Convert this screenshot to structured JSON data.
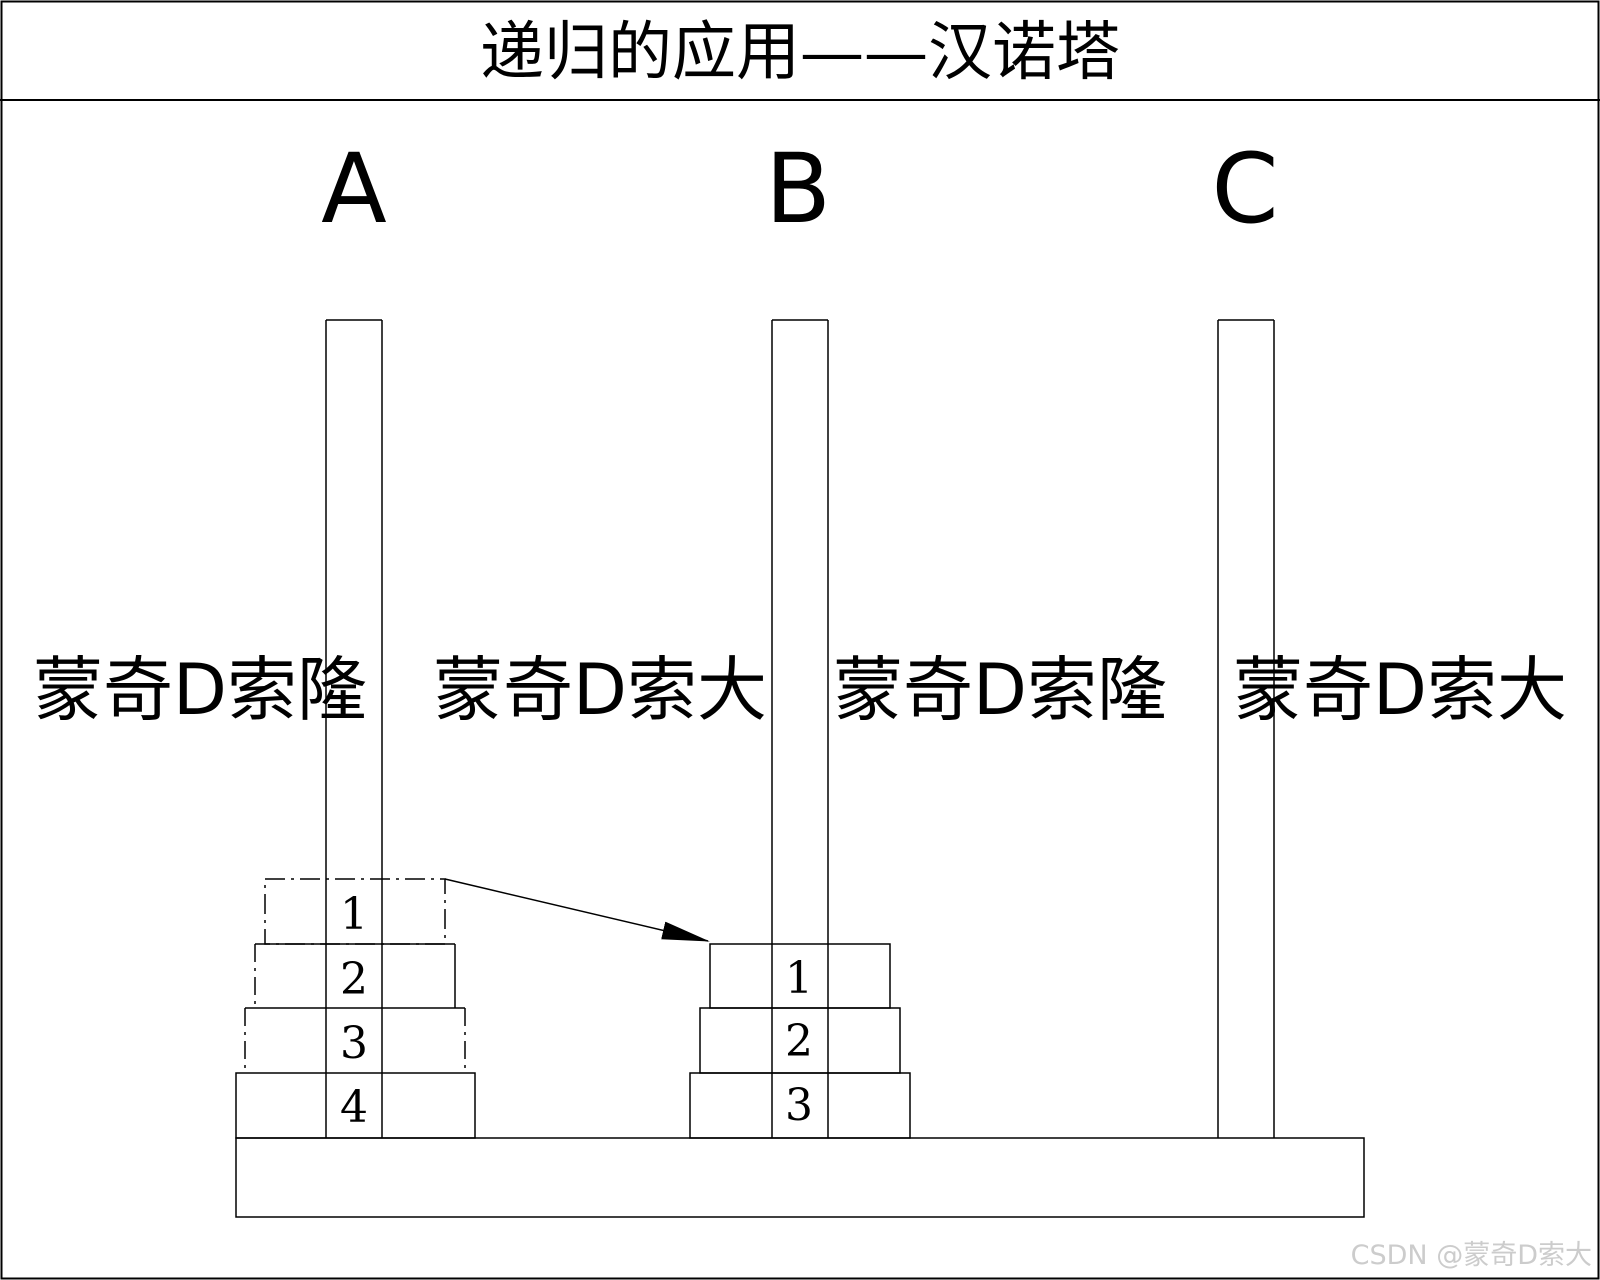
{
  "title": "递归的应用——汉诺塔",
  "pegs": [
    {
      "label": "A",
      "disks": [
        "4",
        "3",
        "2",
        "1"
      ],
      "faded_disks": [
        "2",
        "3"
      ],
      "moved_disk": "1"
    },
    {
      "label": "B",
      "disks": [
        "3",
        "2",
        "1"
      ]
    },
    {
      "label": "C",
      "disks": []
    }
  ],
  "watermark_texts": [
    "蒙奇D索隆",
    "蒙奇D索大",
    "蒙奇D索隆",
    "蒙奇D索大"
  ],
  "move": {
    "disk": "1",
    "from": "A",
    "to": "B"
  },
  "credit": "CSDN @蒙奇D索大",
  "colors": {
    "line": "#000000",
    "background": "#ffffff",
    "watermark": "#000000",
    "credit": "#cccccc"
  }
}
